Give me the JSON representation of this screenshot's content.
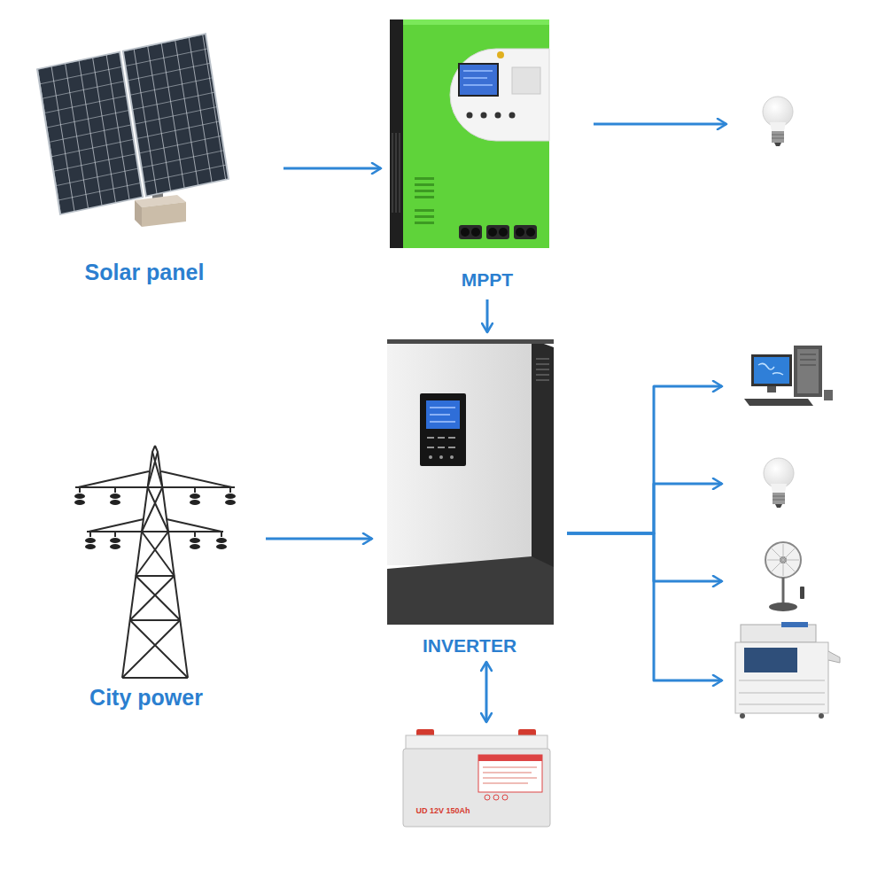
{
  "diagram": {
    "nodes": [
      {
        "text": [
          "Solar panel"
        ]
      },
      {
        "text": [
          "MPPT"
        ]
      },
      {
        "text": []
      },
      {
        "text": [
          "City power"
        ]
      },
      {
        "text": [
          "INVERTER"
        ]
      },
      {
        "text": [
          "UD 12V 150Ah"
        ]
      },
      {
        "text": []
      },
      {
        "text": []
      },
      {
        "text": []
      },
      {
        "text": []
      }
    ],
    "edges": [
      {
        "from": 0,
        "to": 1,
        "arrow": "to"
      },
      {
        "from": 1,
        "to": 2,
        "arrow": "to"
      },
      {
        "from": 1,
        "to": 4,
        "arrow": "to"
      },
      {
        "from": 3,
        "to": 4,
        "arrow": "to"
      },
      {
        "from": 4,
        "to": 5,
        "arrow": "both"
      },
      {
        "from": 4,
        "to": 6,
        "arrow": "to"
      },
      {
        "from": 4,
        "to": 7,
        "arrow": "to"
      },
      {
        "from": 4,
        "to": 8,
        "arrow": "to"
      },
      {
        "from": 4,
        "to": 9,
        "arrow": "to"
      }
    ]
  }
}
